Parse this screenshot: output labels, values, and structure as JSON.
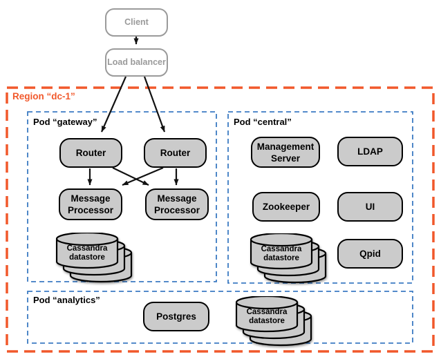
{
  "region": {
    "label": "Region “dc-1”"
  },
  "external": {
    "client": "Client",
    "load_balancer": "Load balancer"
  },
  "pods": {
    "gateway": {
      "label": "Pod “gateway”",
      "nodes": {
        "router1": "Router",
        "router2": "Router",
        "mp1": "Message\nProcessor",
        "mp2": "Message\nProcessor",
        "cassandra": "Cassandra\ndatastore"
      }
    },
    "central": {
      "label": "Pod “central”",
      "nodes": {
        "management": "Management\nServer",
        "ldap": "LDAP",
        "zookeeper": "Zookeeper",
        "ui": "UI",
        "cassandra": "Cassandra\ndatastore",
        "qpid": "Qpid"
      }
    },
    "analytics": {
      "label": "Pod “analytics”",
      "nodes": {
        "postgres": "Postgres",
        "cassandra": "Cassandra\ndatastore"
      }
    }
  },
  "colors": {
    "region_border": "#F1582B",
    "pod_border": "#3B7AC2",
    "node_fill": "#cbcbcb",
    "node_border": "#000000",
    "external_gray": "#9a9a9a",
    "arrow": "#111111"
  }
}
